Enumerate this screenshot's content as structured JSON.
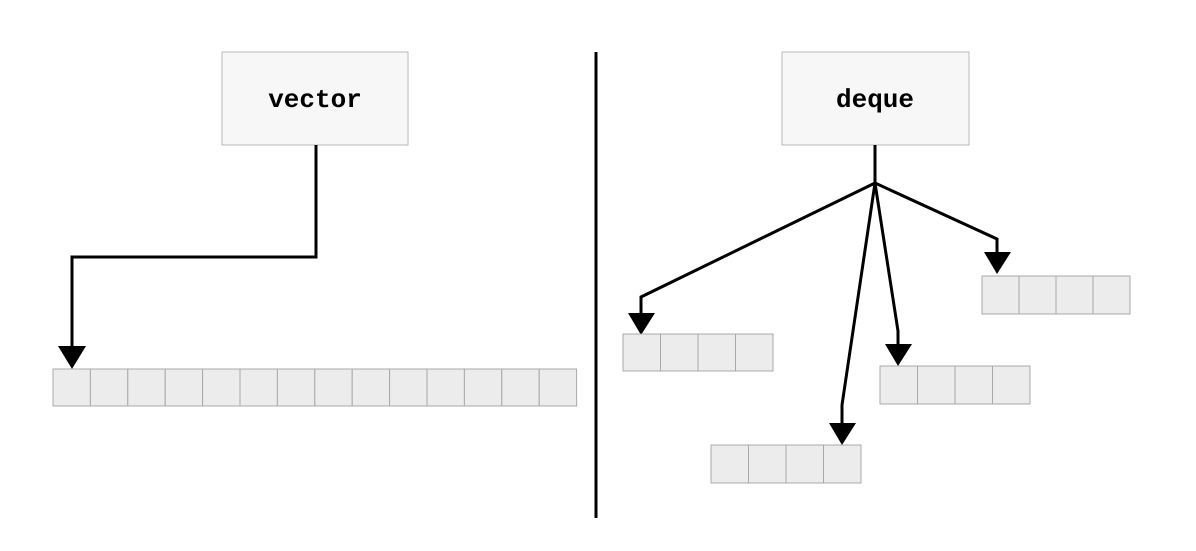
{
  "diagram": {
    "left": {
      "container_label": "vector",
      "segments": [
        {
          "cell_count": 14
        }
      ]
    },
    "right": {
      "container_label": "deque",
      "segments": [
        {
          "cell_count": 4
        },
        {
          "cell_count": 4
        },
        {
          "cell_count": 4
        },
        {
          "cell_count": 4
        }
      ]
    }
  }
}
